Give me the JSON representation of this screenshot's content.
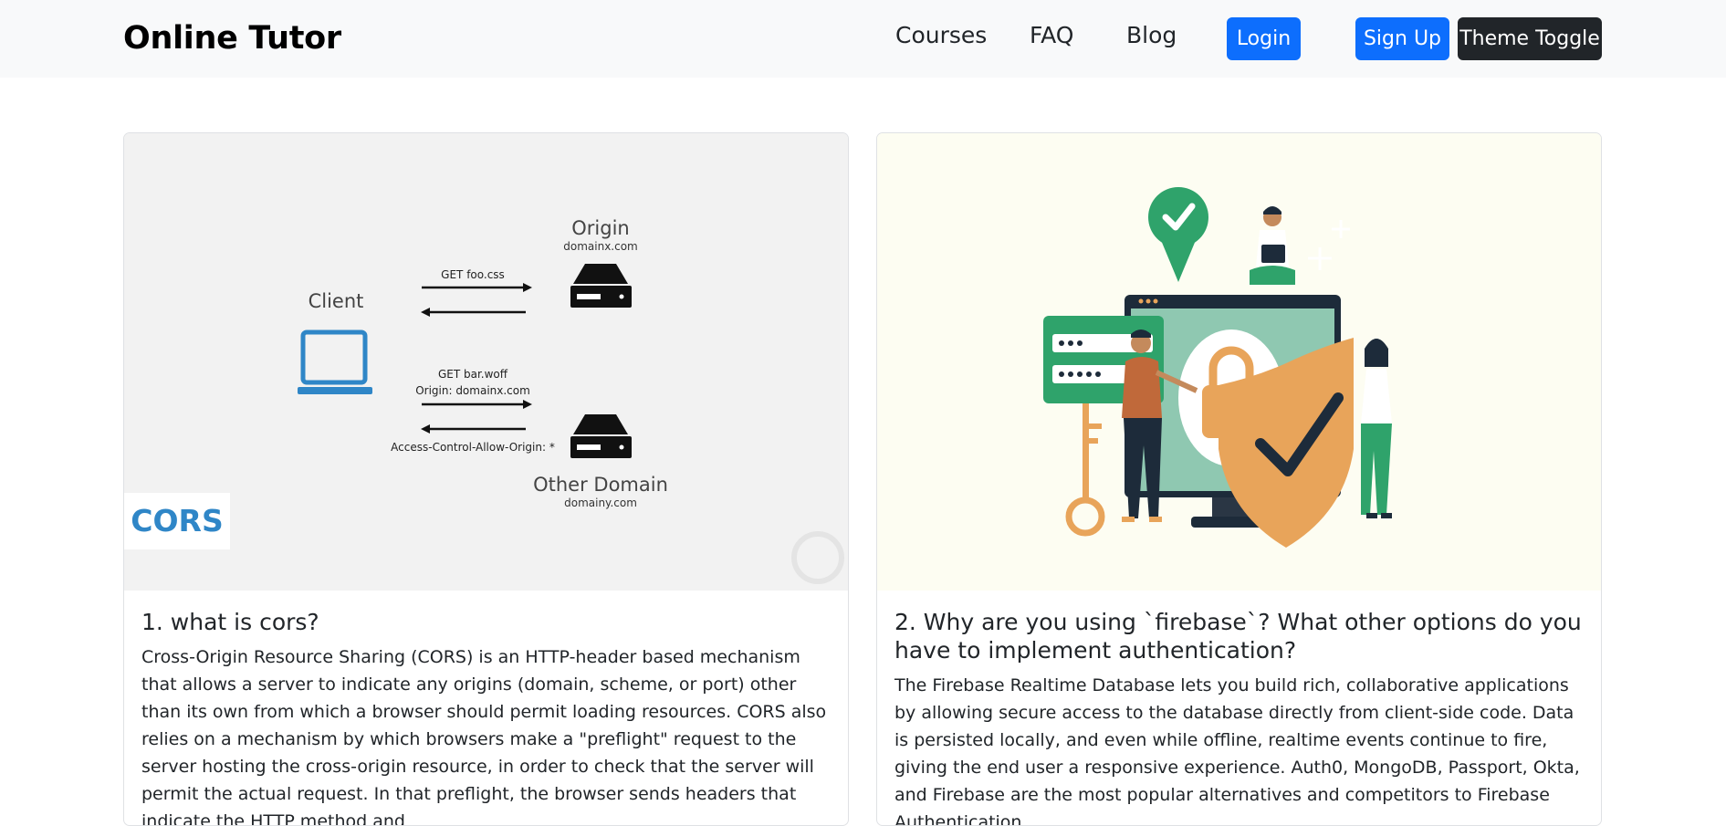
{
  "navbar": {
    "brand": "Online Tutor",
    "links": [
      "Courses",
      "FAQ",
      "Blog"
    ],
    "login_label": "Login",
    "signup_label": "Sign Up",
    "theme_label": "Theme Toggle"
  },
  "cards": [
    {
      "image": {
        "client_label": "Client",
        "origin_label": "Origin",
        "origin_domain": "domainx.com",
        "req1": "GET foo.css",
        "req2_line1": "GET bar.woff",
        "req2_line2": "Origin: domainx.com",
        "resp2": "Access-Control-Allow-Origin: *",
        "other_label": "Other Domain",
        "other_domain": "domainy.com",
        "badge": "CORS"
      },
      "title": "1. what is cors?",
      "text": "Cross-Origin Resource Sharing (CORS) is an HTTP-header based mechanism that allows a server to indicate any origins (domain, scheme, or port) other than its own from which a browser should permit loading resources. CORS also relies on a mechanism by which browsers make a \"preflight\" request to the server hosting the cross-origin resource, in order to check that the server will permit the actual request. In that preflight, the browser sends headers that indicate the HTTP method and"
    },
    {
      "title": "2. Why are you using `firebase`? What other options do you have to implement authentication?",
      "text": "The Firebase Realtime Database lets you build rich, collaborative applications by allowing secure access to the database directly from client-side code. Data is persisted locally, and even while offline, realtime events continue to fire, giving the end user a responsive experience. Auth0, MongoDB, Passport, Okta, and Firebase are the most popular alternatives and competitors to Firebase Authentication."
    }
  ],
  "colors": {
    "primary": "#0d6efd",
    "dark": "#212529",
    "navbar_bg": "#f8f9fa",
    "cors_blue": "#2f86c7",
    "illus_green": "#2fa36b",
    "illus_orange": "#e8a45a"
  }
}
